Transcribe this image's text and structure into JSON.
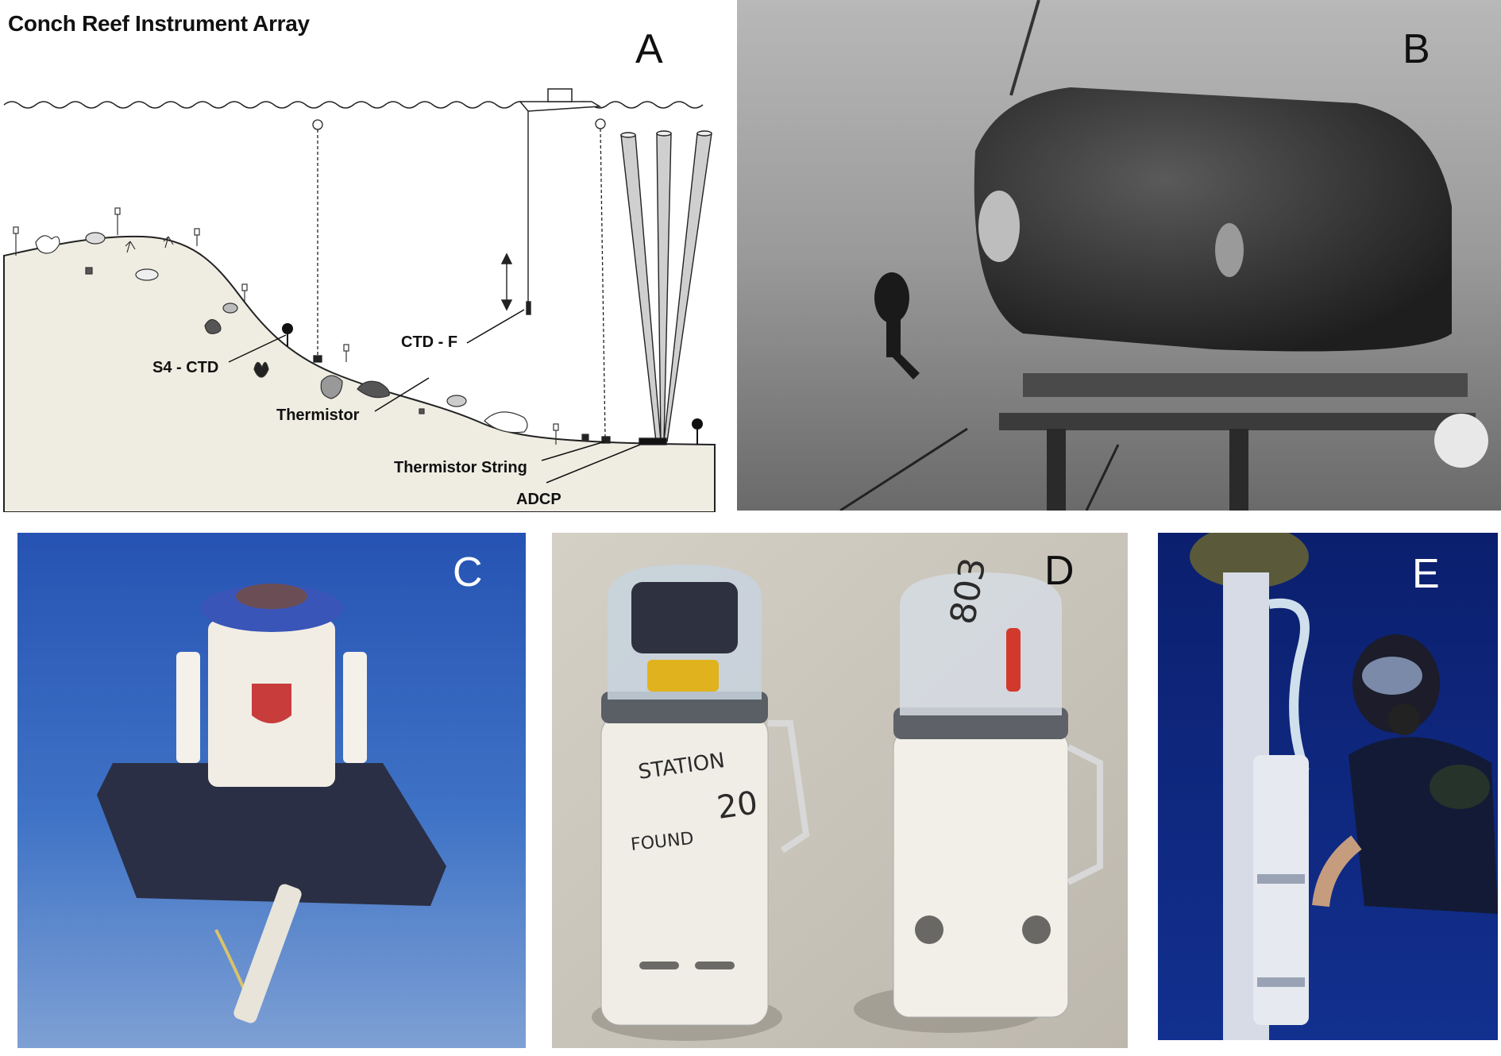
{
  "figure": {
    "panel_a": {
      "label": "A",
      "title": "Conch Reef Instrument Array",
      "labels": {
        "ctd_f": "CTD - F",
        "s4_ctd": "S4 - CTD",
        "thermistor": "Thermistor",
        "thermistor_string": "Thermistor String",
        "adcp": "ADCP"
      }
    },
    "panel_b": {
      "label": "B"
    },
    "panel_c": {
      "label": "C"
    },
    "panel_d": {
      "label": "D",
      "ink_number": "803",
      "ink_text_1": "STATION",
      "ink_text_2": "20",
      "ink_text_3": "FOUND"
    },
    "panel_e": {
      "label": "E"
    }
  },
  "colors": {
    "diagram_seabed": "#efede2",
    "photo_b": "#8f8f8f",
    "photo_c": "#2e5bb5",
    "photo_d": "#c9c5bb",
    "photo_e": "#0f2a86"
  }
}
